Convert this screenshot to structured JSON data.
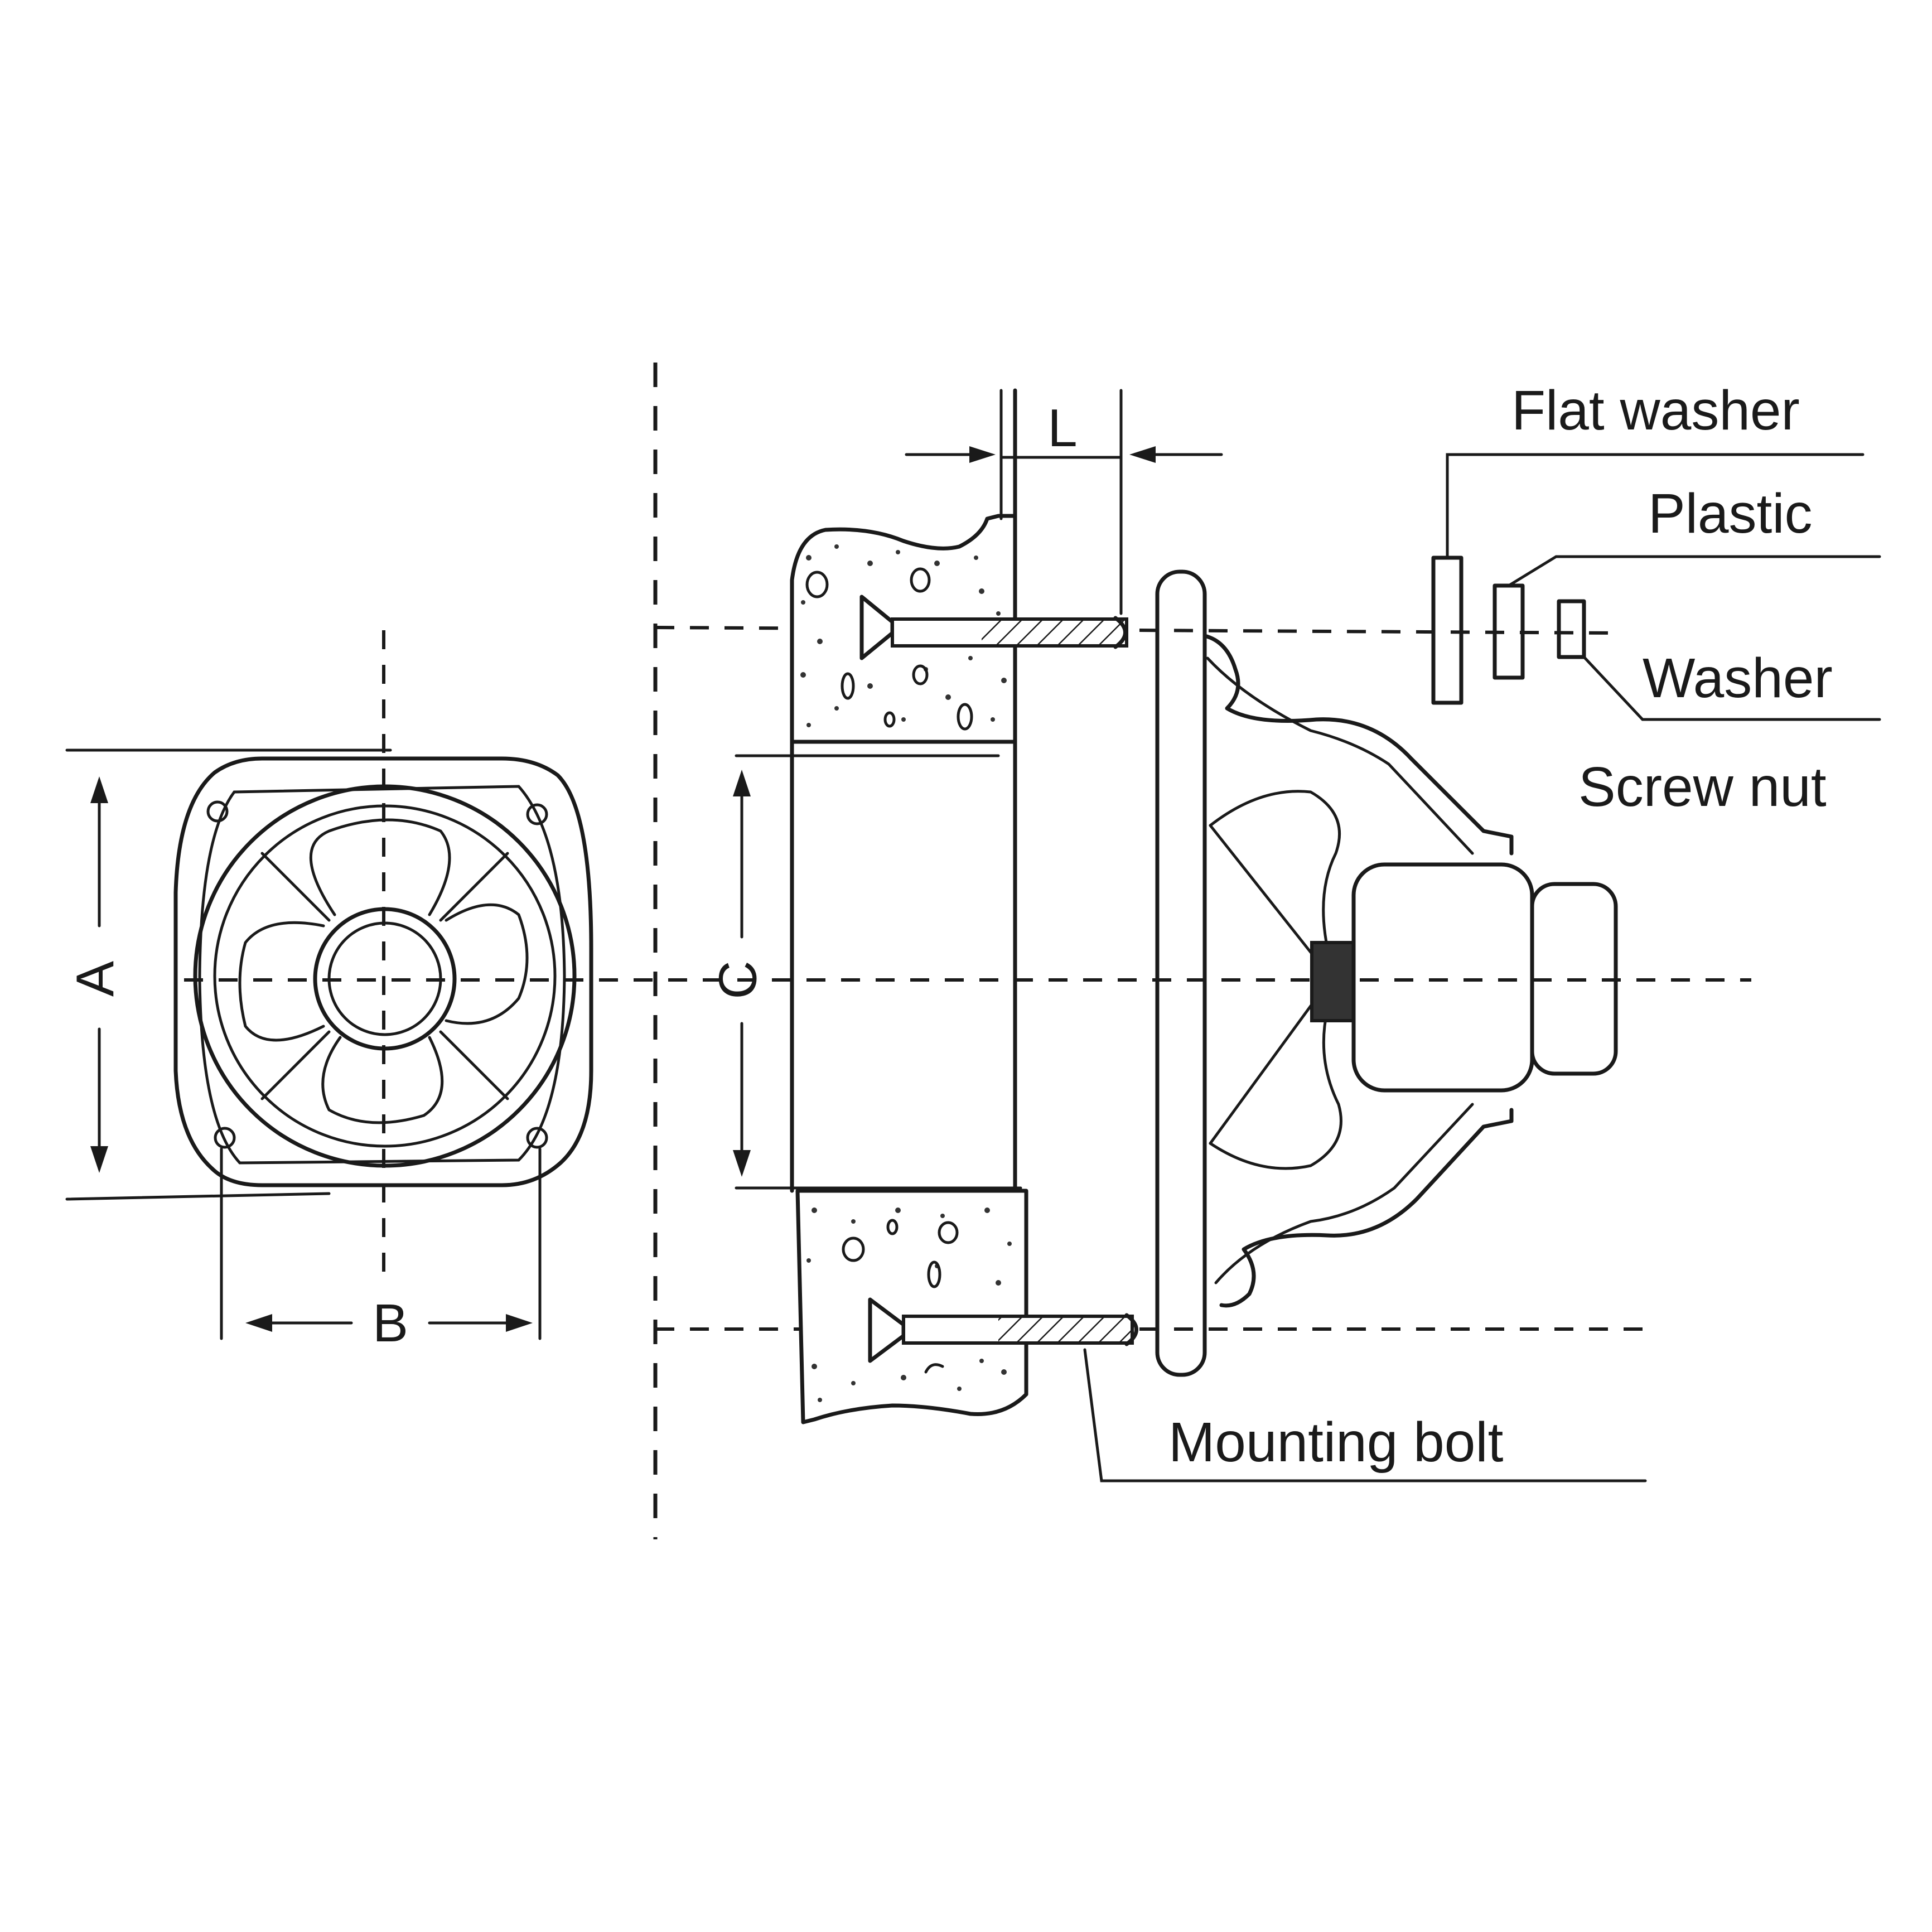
{
  "labels": {
    "flat_washer": "Flat washer",
    "plastic": "Plastic",
    "washer": "Washer",
    "screw_nut": "Screw nut",
    "mounting_bolt": "Mounting bolt"
  },
  "dimensions": {
    "a": "A",
    "b": "B",
    "c": "C",
    "l": "L"
  },
  "colors": {
    "line": "#1a1a1a",
    "background": "#ffffff"
  }
}
